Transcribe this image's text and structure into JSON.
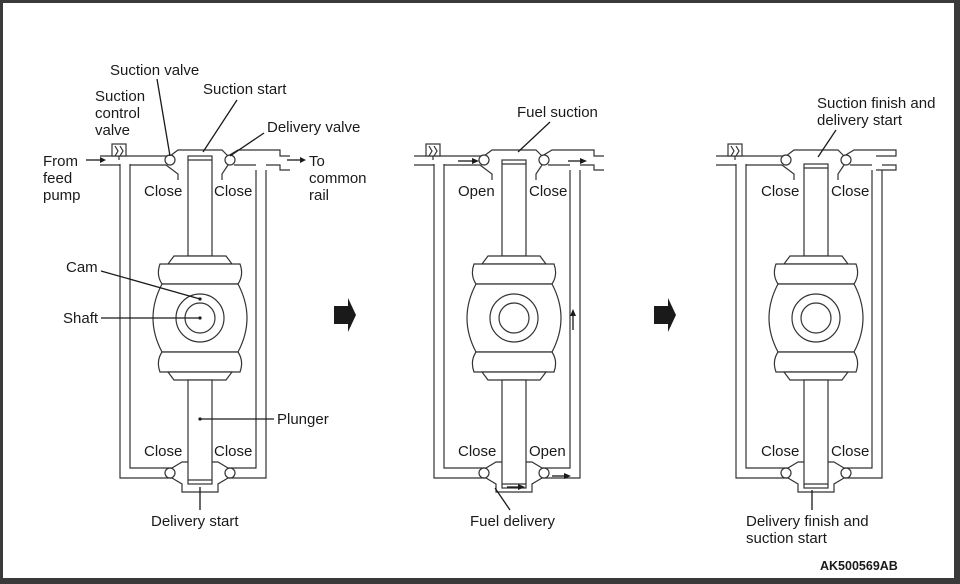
{
  "figure_code": "AK500569AB",
  "stages": [
    {
      "name": "stage-1",
      "labels": {
        "suction_valve": "Suction valve",
        "suction_control_valve_1": "Suction",
        "suction_control_valve_2": "control",
        "suction_control_valve_3": "valve",
        "suction_start": "Suction start",
        "delivery_valve": "Delivery valve",
        "from_1": "From",
        "from_2": "feed",
        "from_3": "pump",
        "to_1": "To",
        "to_2": "common",
        "to_3": "rail",
        "top_left_state": "Close",
        "top_right_state": "Close",
        "cam": "Cam",
        "shaft": "Shaft",
        "plunger": "Plunger",
        "bottom_left_state": "Close",
        "bottom_right_state": "Close",
        "bottom_caption": "Delivery start"
      }
    },
    {
      "name": "stage-2",
      "labels": {
        "top_caption": "Fuel suction",
        "top_left_state": "Open",
        "top_right_state": "Close",
        "bottom_left_state": "Close",
        "bottom_right_state": "Open",
        "bottom_caption": "Fuel delivery"
      }
    },
    {
      "name": "stage-3",
      "labels": {
        "top_caption_1": "Suction finish and",
        "top_caption_2": "delivery start",
        "top_left_state": "Close",
        "top_right_state": "Close",
        "bottom_left_state": "Close",
        "bottom_right_state": "Close",
        "bottom_caption_1": "Delivery finish and",
        "bottom_caption_2": "suction start"
      }
    }
  ],
  "transitions": [
    {
      "icon": "right-arrow-icon"
    },
    {
      "icon": "right-arrow-icon"
    }
  ]
}
